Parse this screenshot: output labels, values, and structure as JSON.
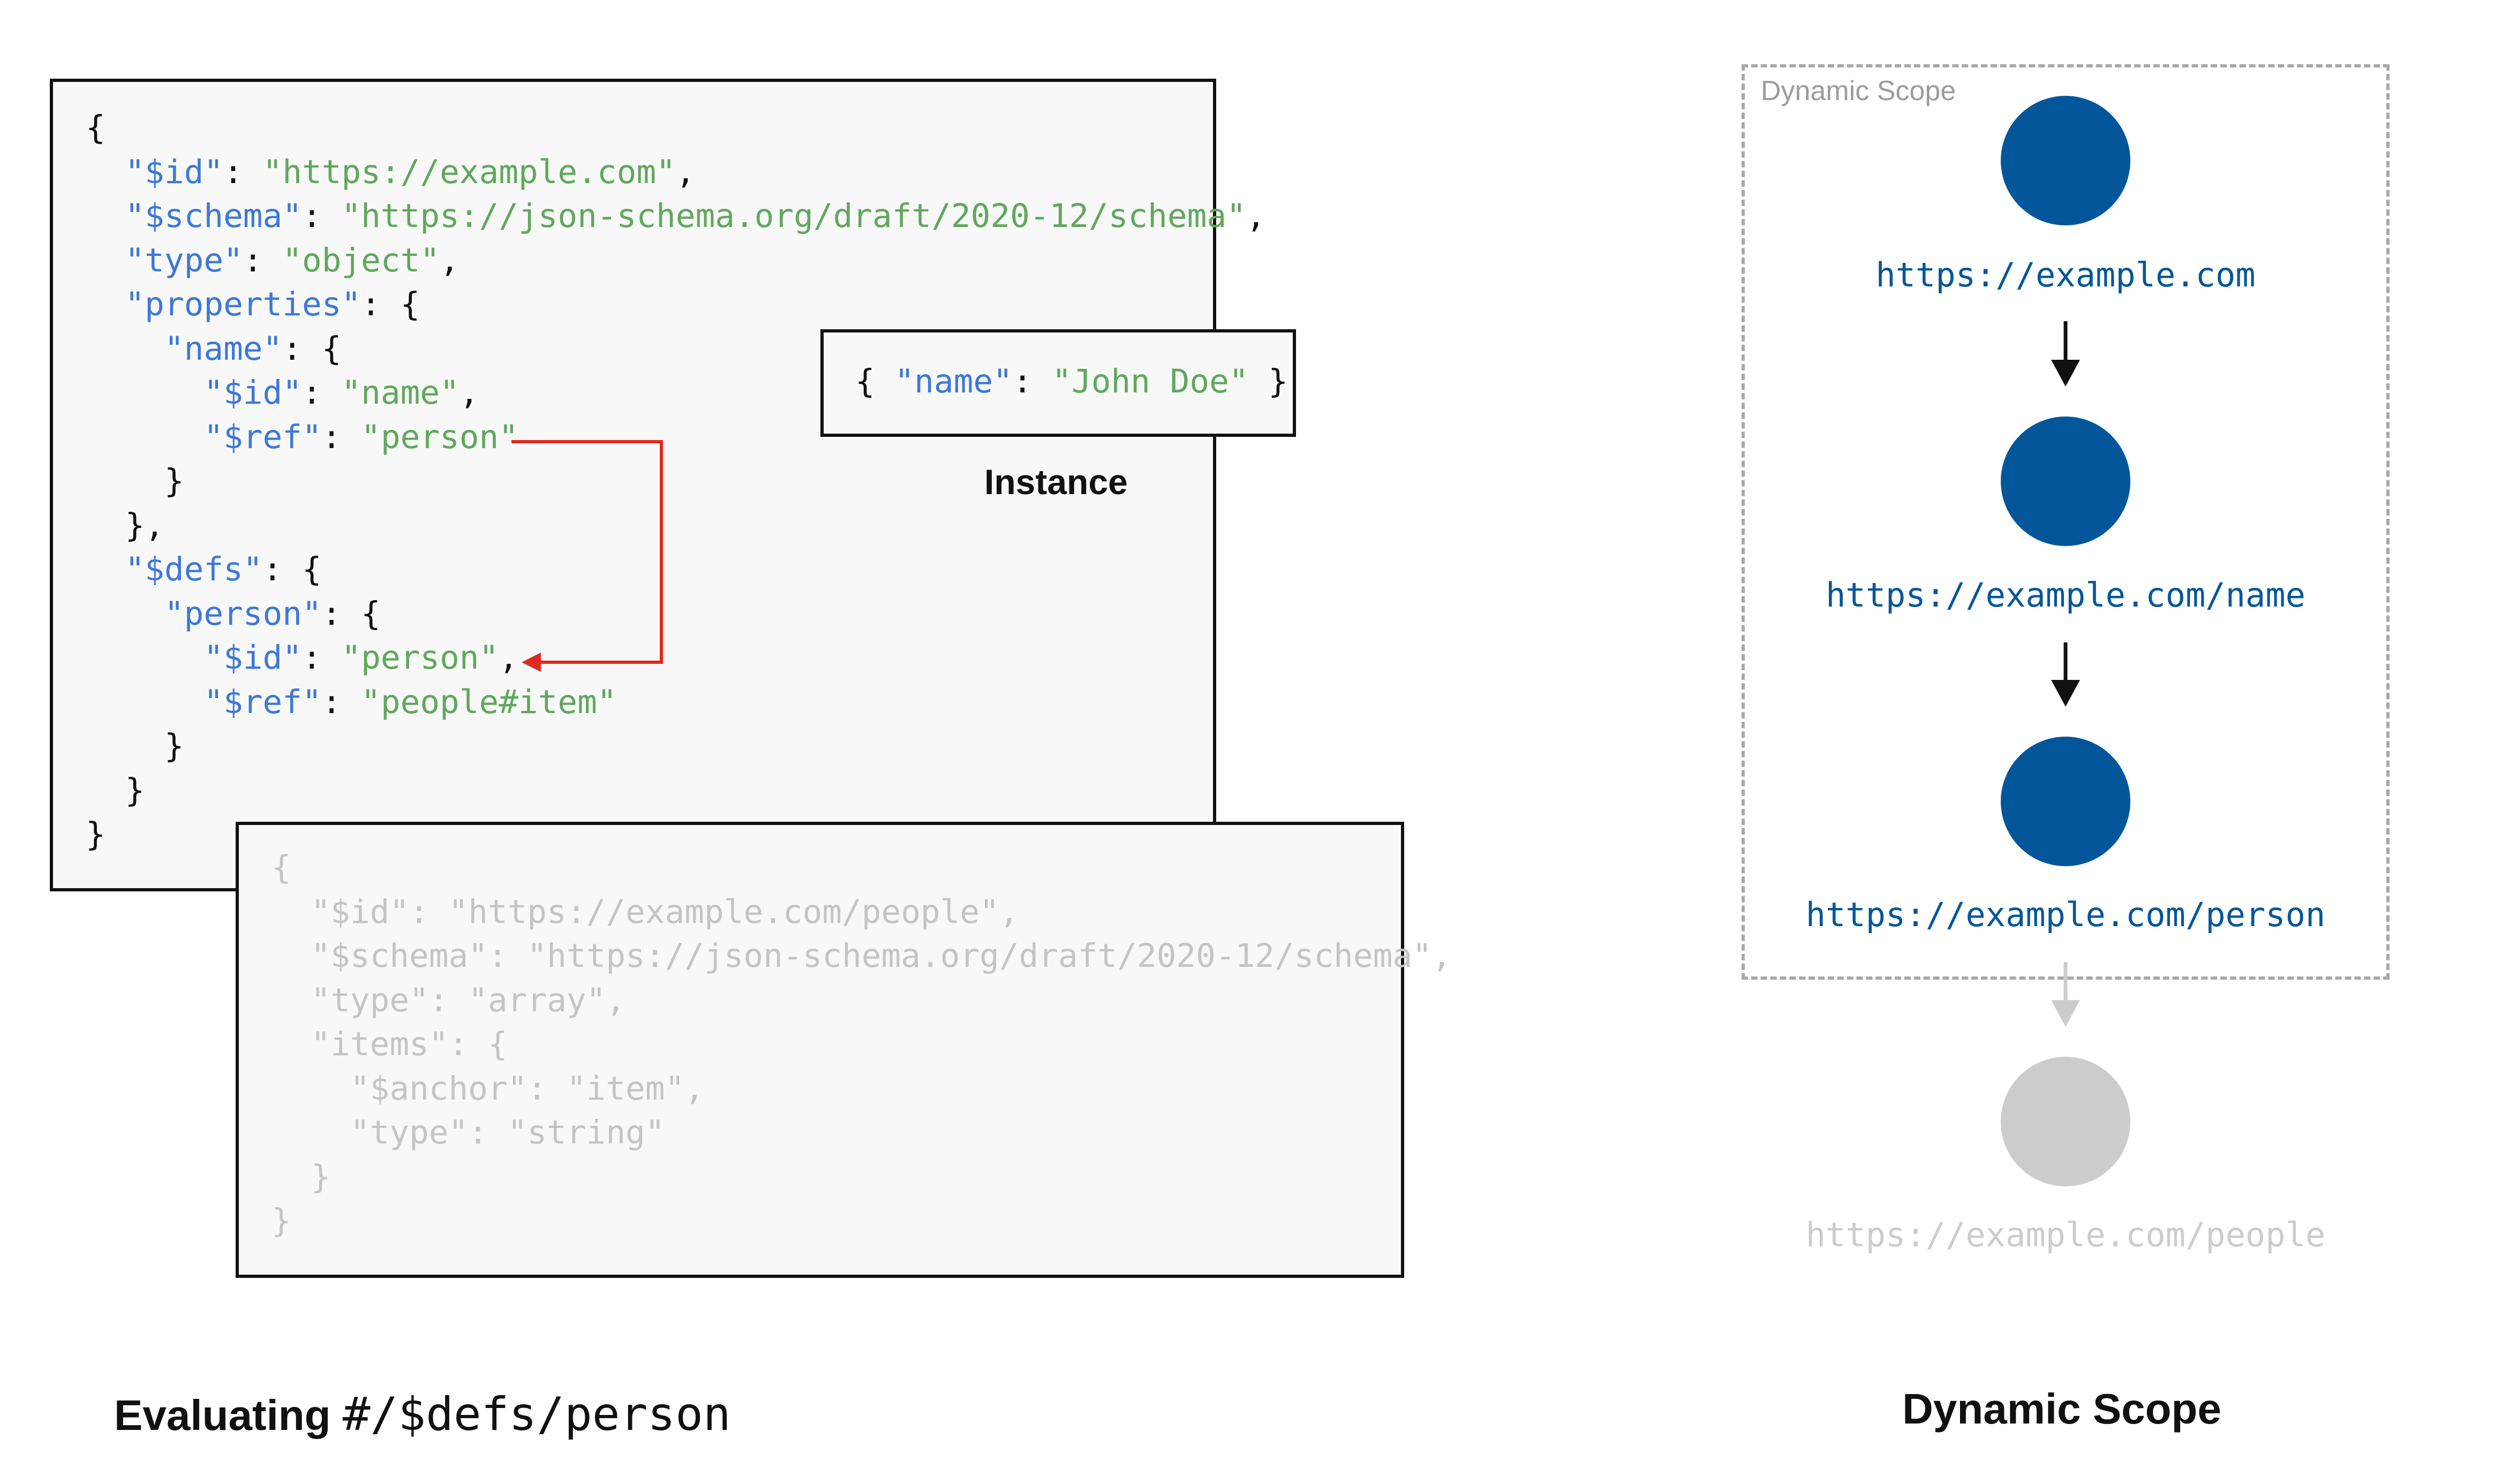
{
  "main_schema": {
    "lines": [
      [
        {
          "t": "{"
        }
      ],
      [
        {
          "t": "  "
        },
        {
          "t": "\"$id\"",
          "c": "k"
        },
        {
          "t": ": "
        },
        {
          "t": "\"https://example.com\"",
          "c": "s"
        },
        {
          "t": ","
        }
      ],
      [
        {
          "t": "  "
        },
        {
          "t": "\"$schema\"",
          "c": "k"
        },
        {
          "t": ": "
        },
        {
          "t": "\"https://json-schema.org/draft/2020-12/schema\"",
          "c": "s"
        },
        {
          "t": ","
        }
      ],
      [
        {
          "t": "  "
        },
        {
          "t": "\"type\"",
          "c": "k"
        },
        {
          "t": ": "
        },
        {
          "t": "\"object\"",
          "c": "s"
        },
        {
          "t": ","
        }
      ],
      [
        {
          "t": "  "
        },
        {
          "t": "\"properties\"",
          "c": "k"
        },
        {
          "t": ": {"
        }
      ],
      [
        {
          "t": "    "
        },
        {
          "t": "\"name\"",
          "c": "k"
        },
        {
          "t": ": {"
        }
      ],
      [
        {
          "t": "      "
        },
        {
          "t": "\"$id\"",
          "c": "k"
        },
        {
          "t": ": "
        },
        {
          "t": "\"name\"",
          "c": "s"
        },
        {
          "t": ","
        }
      ],
      [
        {
          "t": "      "
        },
        {
          "t": "\"$ref\"",
          "c": "k"
        },
        {
          "t": ": "
        },
        {
          "t": "\"person\"",
          "c": "s"
        }
      ],
      [
        {
          "t": "    }"
        }
      ],
      [
        {
          "t": "  },"
        }
      ],
      [
        {
          "t": "  "
        },
        {
          "t": "\"$defs\"",
          "c": "k"
        },
        {
          "t": ": {"
        }
      ],
      [
        {
          "t": "    "
        },
        {
          "t": "\"person\"",
          "c": "k"
        },
        {
          "t": ": {"
        }
      ],
      [
        {
          "t": "      "
        },
        {
          "t": "\"$id\"",
          "c": "k"
        },
        {
          "t": ": "
        },
        {
          "t": "\"person\"",
          "c": "s"
        },
        {
          "t": ","
        }
      ],
      [
        {
          "t": "      "
        },
        {
          "t": "\"$ref\"",
          "c": "k"
        },
        {
          "t": ": "
        },
        {
          "t": "\"people#item\"",
          "c": "s"
        }
      ],
      [
        {
          "t": "    }"
        }
      ],
      [
        {
          "t": "  }"
        }
      ],
      [
        {
          "t": "}"
        }
      ]
    ]
  },
  "instance": {
    "lines": [
      [
        {
          "t": "{ "
        },
        {
          "t": "\"name\"",
          "c": "k"
        },
        {
          "t": ": "
        },
        {
          "t": "\"John Doe\"",
          "c": "s"
        },
        {
          "t": " }"
        }
      ]
    ],
    "label": "Instance"
  },
  "people_schema": {
    "lines": [
      [
        {
          "t": "{"
        }
      ],
      [
        {
          "t": "  \"$id\": \"https://example.com/people\","
        }
      ],
      [
        {
          "t": "  \"$schema\": \"https://json-schema.org/draft/2020-12/schema\","
        }
      ],
      [
        {
          "t": "  \"type\": \"array\","
        }
      ],
      [
        {
          "t": "  \"items\": {"
        }
      ],
      [
        {
          "t": "    \"$anchor\": \"item\","
        }
      ],
      [
        {
          "t": "    \"type\": \"string\""
        }
      ],
      [
        {
          "t": "  }"
        }
      ],
      [
        {
          "t": "}"
        }
      ]
    ]
  },
  "caption_left": {
    "prefix": "Evaluating ",
    "path": "#/$defs/person"
  },
  "caption_right": "Dynamic Scope",
  "scope_box_label": "Dynamic Scope",
  "scope_nodes": [
    {
      "label": "https://example.com",
      "active": true
    },
    {
      "label": "https://example.com/name",
      "active": true
    },
    {
      "label": "https://example.com/person",
      "active": true
    },
    {
      "label": "https://example.com/people",
      "active": false
    }
  ],
  "colors": {
    "key": "#3d78d8",
    "string": "#5fa85c",
    "node": "#03569a",
    "inactive": "#cccccc",
    "ref_arrow": "#e0281c"
  }
}
